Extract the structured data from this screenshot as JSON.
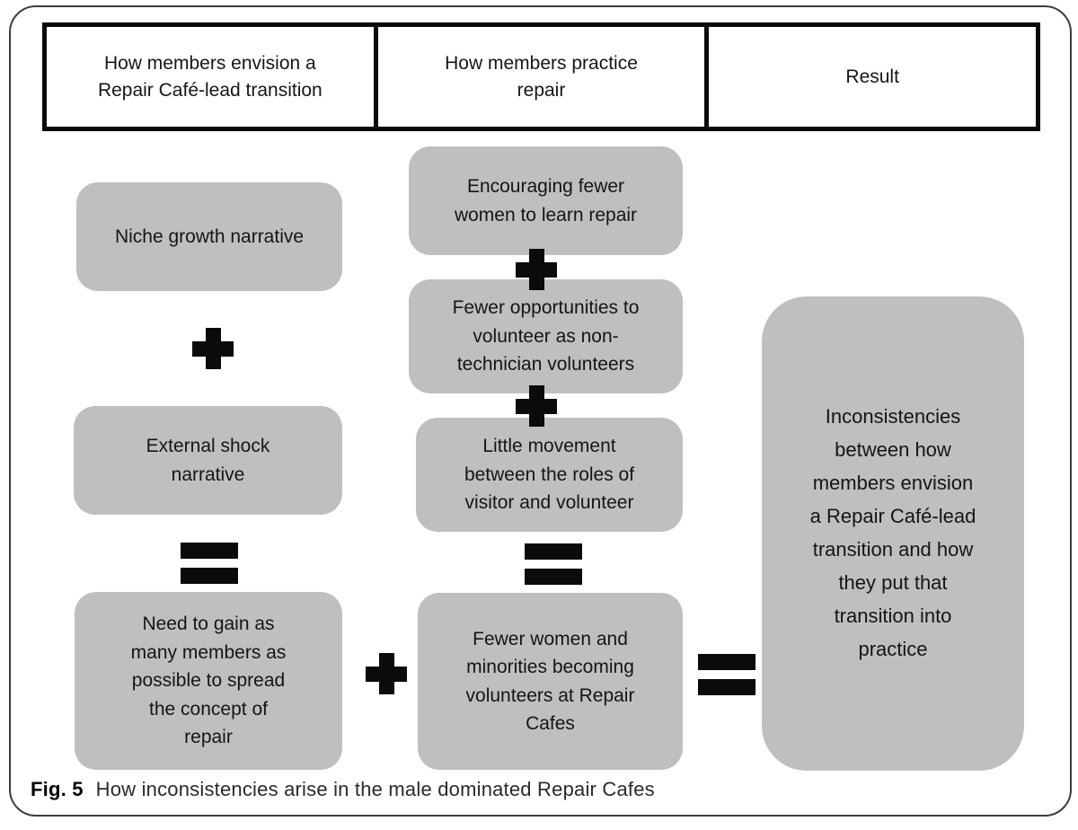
{
  "figure": {
    "caption_label": "Fig. 5",
    "caption_text": "How inconsistencies arise in the male dominated Repair Cafes"
  },
  "header": {
    "columns": [
      "How members envision a\nRepair Café-lead transition",
      "How members practice\nrepair",
      "Result"
    ]
  },
  "envision_column": {
    "boxes": [
      "Niche growth narrative",
      "External shock\nnarrative",
      "Need to gain as\nmany members as\npossible to spread\nthe concept of\nrepair"
    ]
  },
  "practice_column": {
    "boxes": [
      "Encouraging fewer\nwomen to learn repair",
      "Fewer opportunities to\nvolunteer as non-\ntechnician volunteers",
      "Little movement\nbetween the roles of\nvisitor and volunteer",
      "Fewer women and\nminorities becoming\nvolunteers at Repair\nCafes"
    ]
  },
  "result_column": {
    "box": "Inconsistencies\nbetween how\nmembers envision\na Repair Café-lead\ntransition and how\nthey put that\ntransition into\npractice"
  },
  "operators": {
    "plus_icon": "plus",
    "equals_icon": "equals"
  },
  "colors": {
    "box_fill": "#bfbfbf",
    "operator_color": "#0b0b0b",
    "header_border": "#0a0a0a",
    "outer_border": "#3d3d3d"
  }
}
